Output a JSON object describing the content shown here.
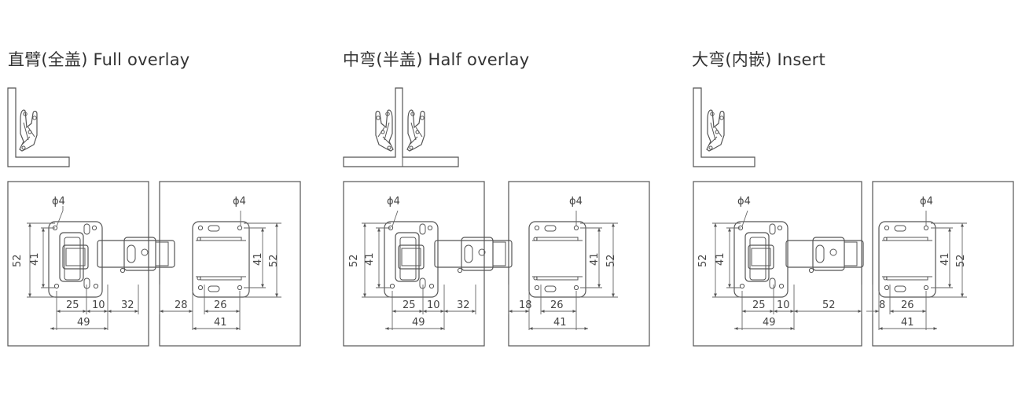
{
  "panels": [
    {
      "title": "直臂(全盖) Full overlay",
      "left_labels": {
        "phi": "ϕ4",
        "h52": "52",
        "h41": "41",
        "d25": "25",
        "d10": "10",
        "d32": "32",
        "d49": "49"
      },
      "right_labels": {
        "phi": "ϕ4",
        "h52": "52",
        "h41": "41",
        "d_off": "28",
        "d26": "26",
        "d41": "41"
      }
    },
    {
      "title": "中弯(半盖) Half overlay",
      "left_labels": {
        "phi": "ϕ4",
        "h52": "52",
        "h41": "41",
        "d25": "25",
        "d10": "10",
        "d32": "32",
        "d49": "49"
      },
      "right_labels": {
        "phi": "ϕ4",
        "h52": "52",
        "h41": "41",
        "d_off": "18",
        "d26": "26",
        "d41": "41"
      }
    },
    {
      "title": "大弯(内嵌) Insert",
      "left_labels": {
        "phi": "ϕ4",
        "h52": "52",
        "h41": "41",
        "d25": "25",
        "d10": "10",
        "d32": "52",
        "d49": "49"
      },
      "right_labels": {
        "phi": "ϕ4",
        "h52": "52",
        "h41": "41",
        "d_off": "8",
        "d26": "26",
        "d41": "41"
      }
    }
  ],
  "colors": {
    "line": "#555555",
    "thin": "#777777"
  }
}
